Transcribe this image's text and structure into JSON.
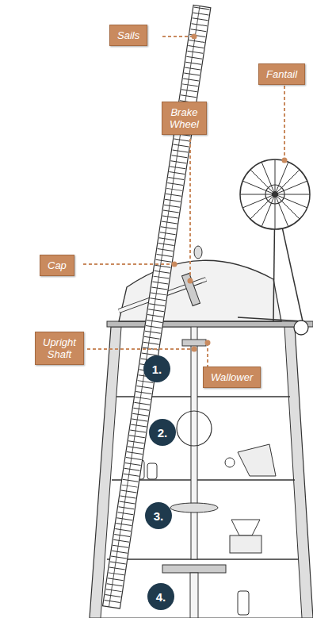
{
  "diagram": {
    "nodes": [
      {
        "text": [
          "Sails"
        ]
      },
      {
        "text": [
          "Fantail"
        ]
      },
      {
        "text": [
          "Brake Wheel"
        ]
      },
      {
        "text": [
          "Cap"
        ]
      },
      {
        "text": [
          "Upright Shaft"
        ]
      },
      {
        "text": [
          "Wallower"
        ]
      },
      {
        "text": [
          "1."
        ]
      },
      {
        "text": [
          "2."
        ]
      },
      {
        "text": [
          "3."
        ]
      },
      {
        "text": [
          "4."
        ]
      }
    ]
  }
}
